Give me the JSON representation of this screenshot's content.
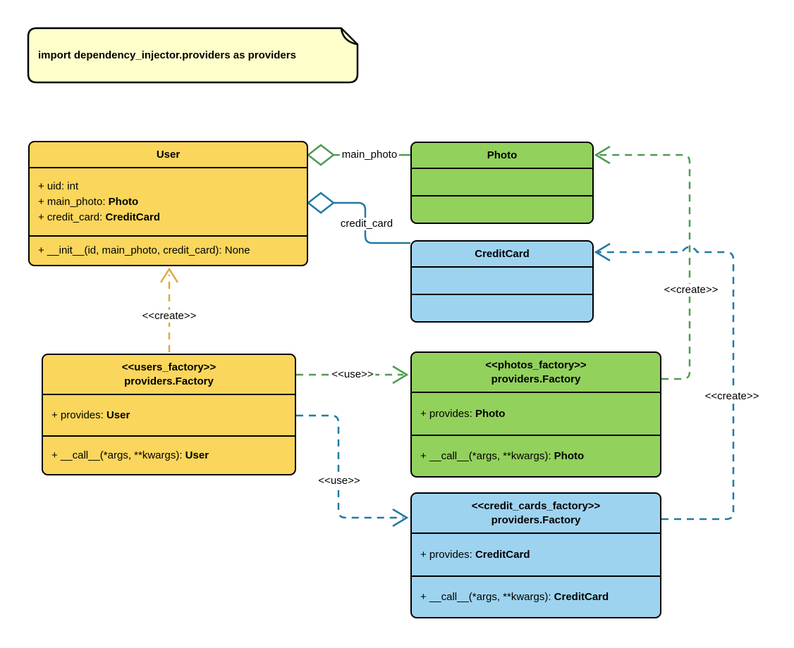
{
  "colors": {
    "note-fill": "#FFFFCC",
    "yellow-fill": "#FAD65C",
    "green-fill": "#92D15C",
    "blue-fill": "#9ED3F0",
    "green-line": "#4E9B50",
    "blue-line": "#2279A5",
    "orange-line": "#E0A93E",
    "border": "#000000"
  },
  "note": {
    "text": "import dependency_injector.providers as providers"
  },
  "classes": {
    "user": {
      "title": "User",
      "attributes": [
        {
          "prefix": "+ uid: int",
          "type": ""
        },
        {
          "prefix": "+ main_photo: ",
          "type": "Photo"
        },
        {
          "prefix": "+ credit_card: ",
          "type": "CreditCard"
        }
      ],
      "methods": [
        {
          "prefix": "+ __init__(id, main_photo, credit_card): None",
          "type": ""
        }
      ]
    },
    "photo": {
      "title": "Photo"
    },
    "credit_card": {
      "title": "CreditCard"
    },
    "users_factory": {
      "stereotype": "<<users_factory>>",
      "title": "providers.Factory",
      "attributes": [
        {
          "prefix": "+ provides: ",
          "type": "User"
        }
      ],
      "methods": [
        {
          "prefix": "+ __call__(*args, **kwargs): ",
          "type": "User"
        }
      ]
    },
    "photos_factory": {
      "stereotype": "<<photos_factory>>",
      "title": "providers.Factory",
      "attributes": [
        {
          "prefix": "+ provides: ",
          "type": "Photo"
        }
      ],
      "methods": [
        {
          "prefix": "+ __call__(*args, **kwargs): ",
          "type": "Photo"
        }
      ]
    },
    "credit_cards_factory": {
      "stereotype": "<<credit_cards_factory>>",
      "title": "providers.Factory",
      "attributes": [
        {
          "prefix": "+ provides: ",
          "type": "CreditCard"
        }
      ],
      "methods": [
        {
          "prefix": "+ __call__(*args, **kwargs): ",
          "type": "CreditCard"
        }
      ]
    }
  },
  "edges": {
    "main_photo": {
      "label": "main_photo"
    },
    "credit_card": {
      "label": "credit_card"
    },
    "create_user": {
      "label": "<<create>>"
    },
    "create_photo": {
      "label": "<<create>>"
    },
    "create_credit_card": {
      "label": "<<create>>"
    },
    "use_photos": {
      "label": "<<use>>"
    },
    "use_credit_cards": {
      "label": "<<use>>"
    }
  }
}
